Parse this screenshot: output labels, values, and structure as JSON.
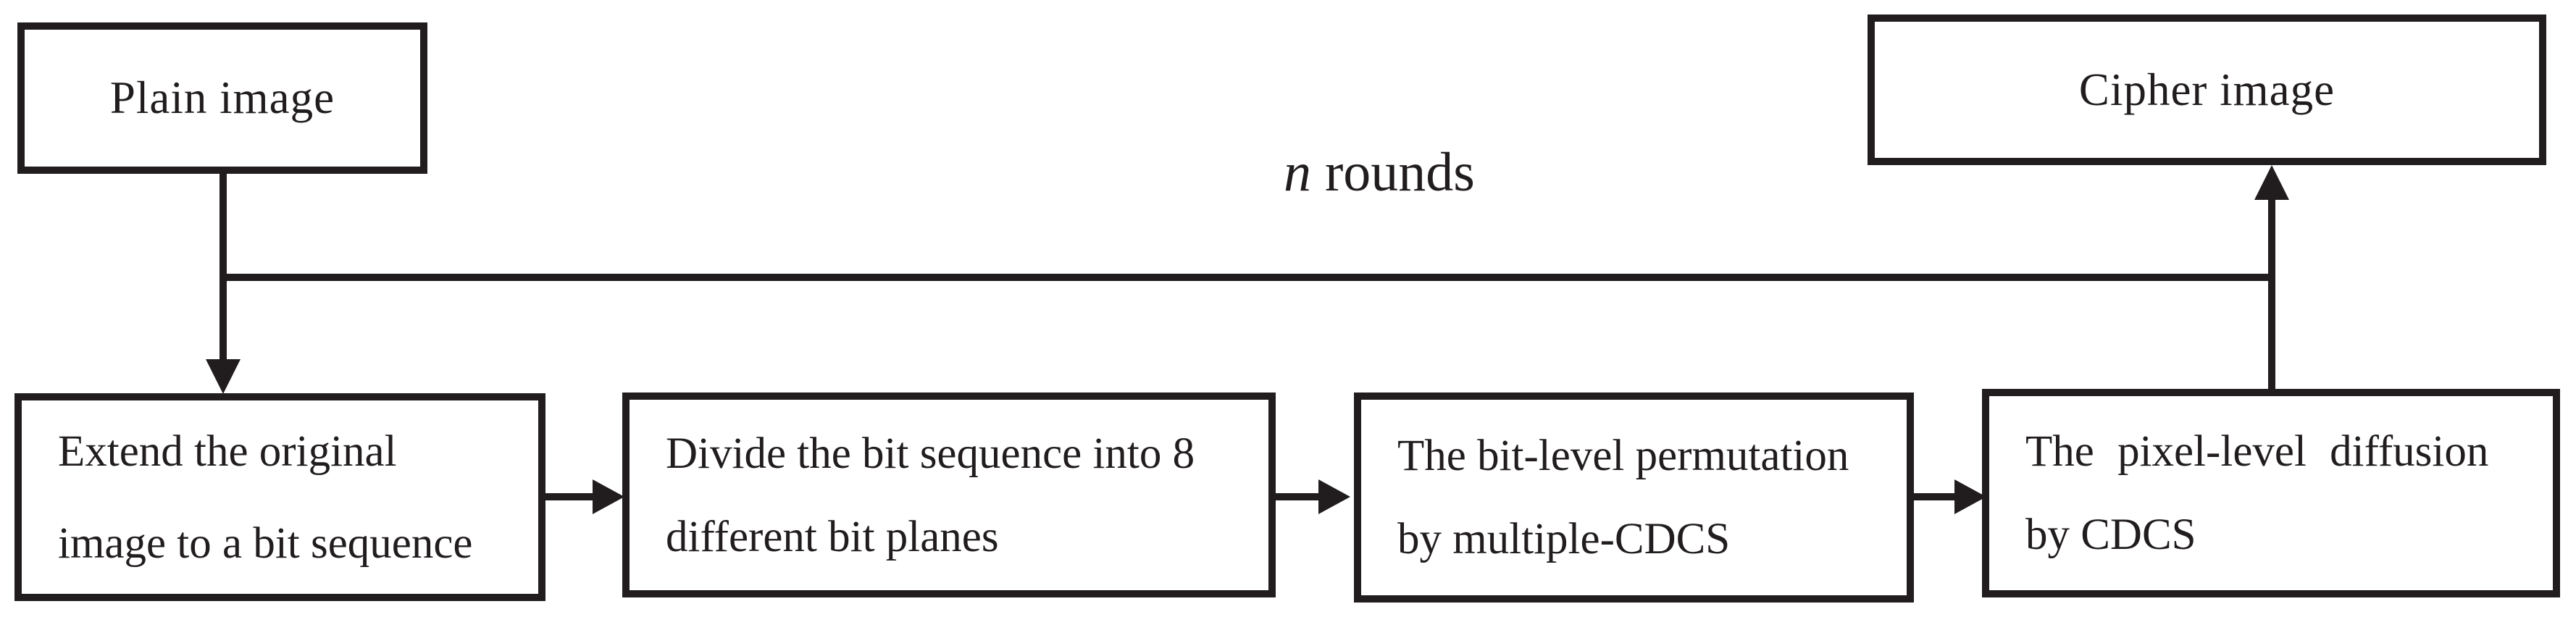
{
  "figure": {
    "kind": "flowchart",
    "background_color": "#ffffff",
    "ink_color": "#211d1e",
    "description": "Encryption scheme flowchart: plain image is extended to a bit sequence, split into bit planes, permuted and diffused over n rounds to produce the cipher image"
  },
  "nodes": {
    "plain": {
      "label": "Plain image"
    },
    "cipher": {
      "label": "Cipher image"
    }
  },
  "loop": {
    "variable": "n",
    "rest": " rounds",
    "full_label": "n rounds"
  },
  "steps": [
    {
      "line1": "Extend the original",
      "line2": "image to a bit sequence"
    },
    {
      "line1": "Divide the bit sequence into 8",
      "line2": "different bit planes"
    },
    {
      "line1": "The bit-level permutation",
      "line2": "by multiple-CDCS"
    },
    {
      "line1": "The pixel-level diffusion",
      "line2": "by CDCS"
    }
  ],
  "connections": [
    {
      "from": "Plain image",
      "to": "Extend the original image to a bit sequence",
      "type": "arrow-down"
    },
    {
      "from": "Extend the original image to a bit sequence",
      "to": "Divide the bit sequence into 8 different bit planes",
      "type": "arrow-right"
    },
    {
      "from": "Divide the bit sequence into 8 different bit planes",
      "to": "The bit-level permutation by multiple-CDCS",
      "type": "arrow-right"
    },
    {
      "from": "The bit-level permutation by multiple-CDCS",
      "to": "The pixel-level diffusion by CDCS",
      "type": "arrow-right"
    },
    {
      "from": "The pixel-level diffusion by CDCS",
      "to": "Cipher image",
      "type": "arrow-up"
    },
    {
      "label": "n rounds",
      "type": "feedback-line",
      "connects": "vertical connector of Plain image to vertical connector of Cipher image"
    }
  ]
}
